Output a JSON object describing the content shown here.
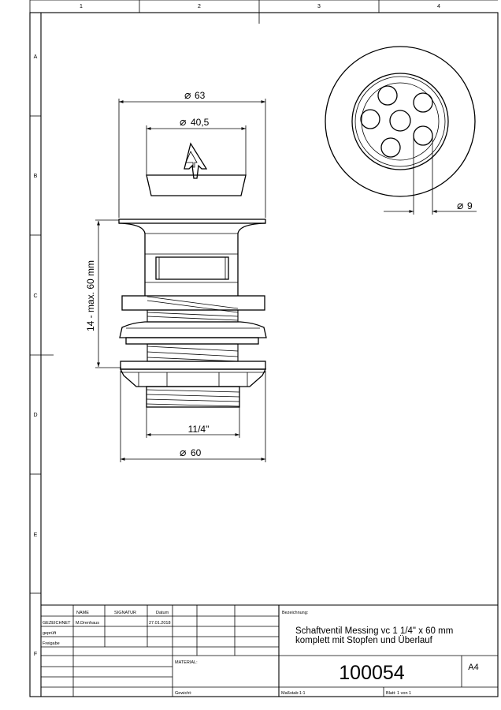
{
  "frame": {
    "columns": [
      "1",
      "2",
      "3",
      "4"
    ],
    "rows": [
      "A",
      "B",
      "C",
      "D",
      "E",
      "F"
    ]
  },
  "dimensions": {
    "d63": "63",
    "d40_5": "40,5",
    "d9": "9",
    "height_range": "14 - max. 60 mm",
    "thread": "11/4\"",
    "d60": "60",
    "diameter_symbol": "⌀"
  },
  "title_block": {
    "headers": {
      "name": "NAME",
      "signature": "SIGNATUR",
      "date": "Datum"
    },
    "rows": [
      {
        "label": "GEZEICHNET",
        "name": "M.Drenhaus",
        "date": "27.01.2018"
      },
      {
        "label": "geprüft",
        "name": "",
        "date": ""
      },
      {
        "label": "Freigabe",
        "name": "",
        "date": ""
      }
    ],
    "designation_label": "Bezeichnung:",
    "designation_line1": "Schaftventil Messing vc 1 1/4\" x 60 mm",
    "designation_line2": "komplett mit Stopfen und Überlauf",
    "material_label": "MATERIAL:",
    "weight_label": "Gewicht:",
    "drawing_number": "100054",
    "paper_size": "A4",
    "scale": "Maßstab:1:1",
    "sheet": "Blatt: 1 von 1"
  }
}
